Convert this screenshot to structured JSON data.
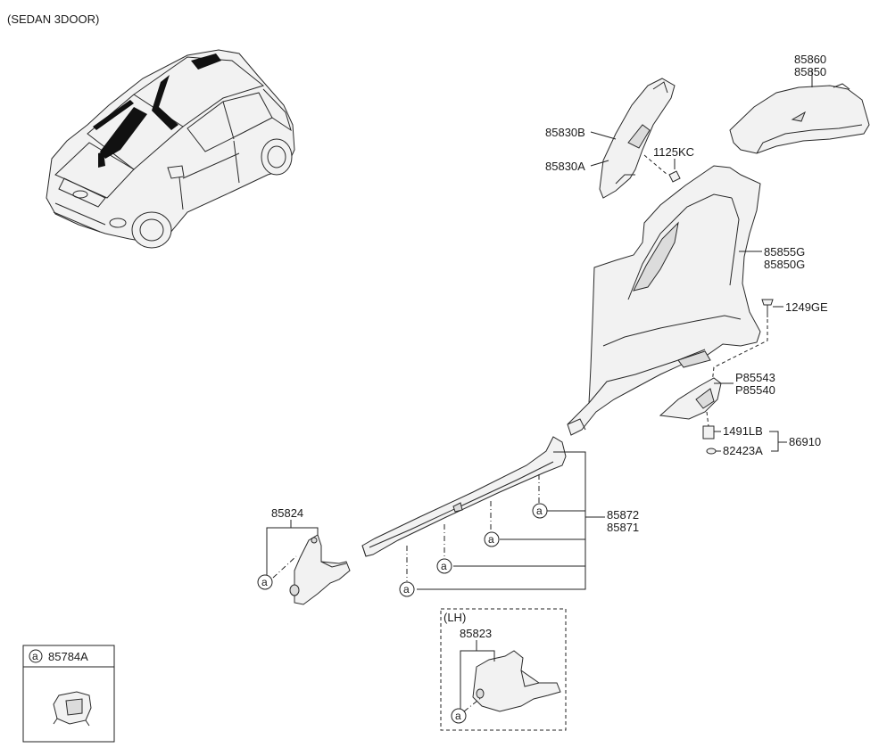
{
  "header": {
    "title": "(SEDAN 3DOOR)"
  },
  "ref_symbol": "a",
  "labels": {
    "p85860": "85860",
    "p85850": "85850",
    "p85830B": "85830B",
    "p85830A": "85830A",
    "p1125KC": "1125KC",
    "p85855G": "85855G",
    "p85850G": "85850G",
    "p1249GE": "1249GE",
    "pP85543": "P85543",
    "pP85540": "P85540",
    "p1491LB": "1491LB",
    "p86910": "86910",
    "p82423A": "82423A",
    "p85872": "85872",
    "p85871": "85871",
    "p85824": "85824",
    "p85823": "85823",
    "lh": "(LH)"
  },
  "legend": {
    "symbol": "a",
    "part": "85784A"
  }
}
